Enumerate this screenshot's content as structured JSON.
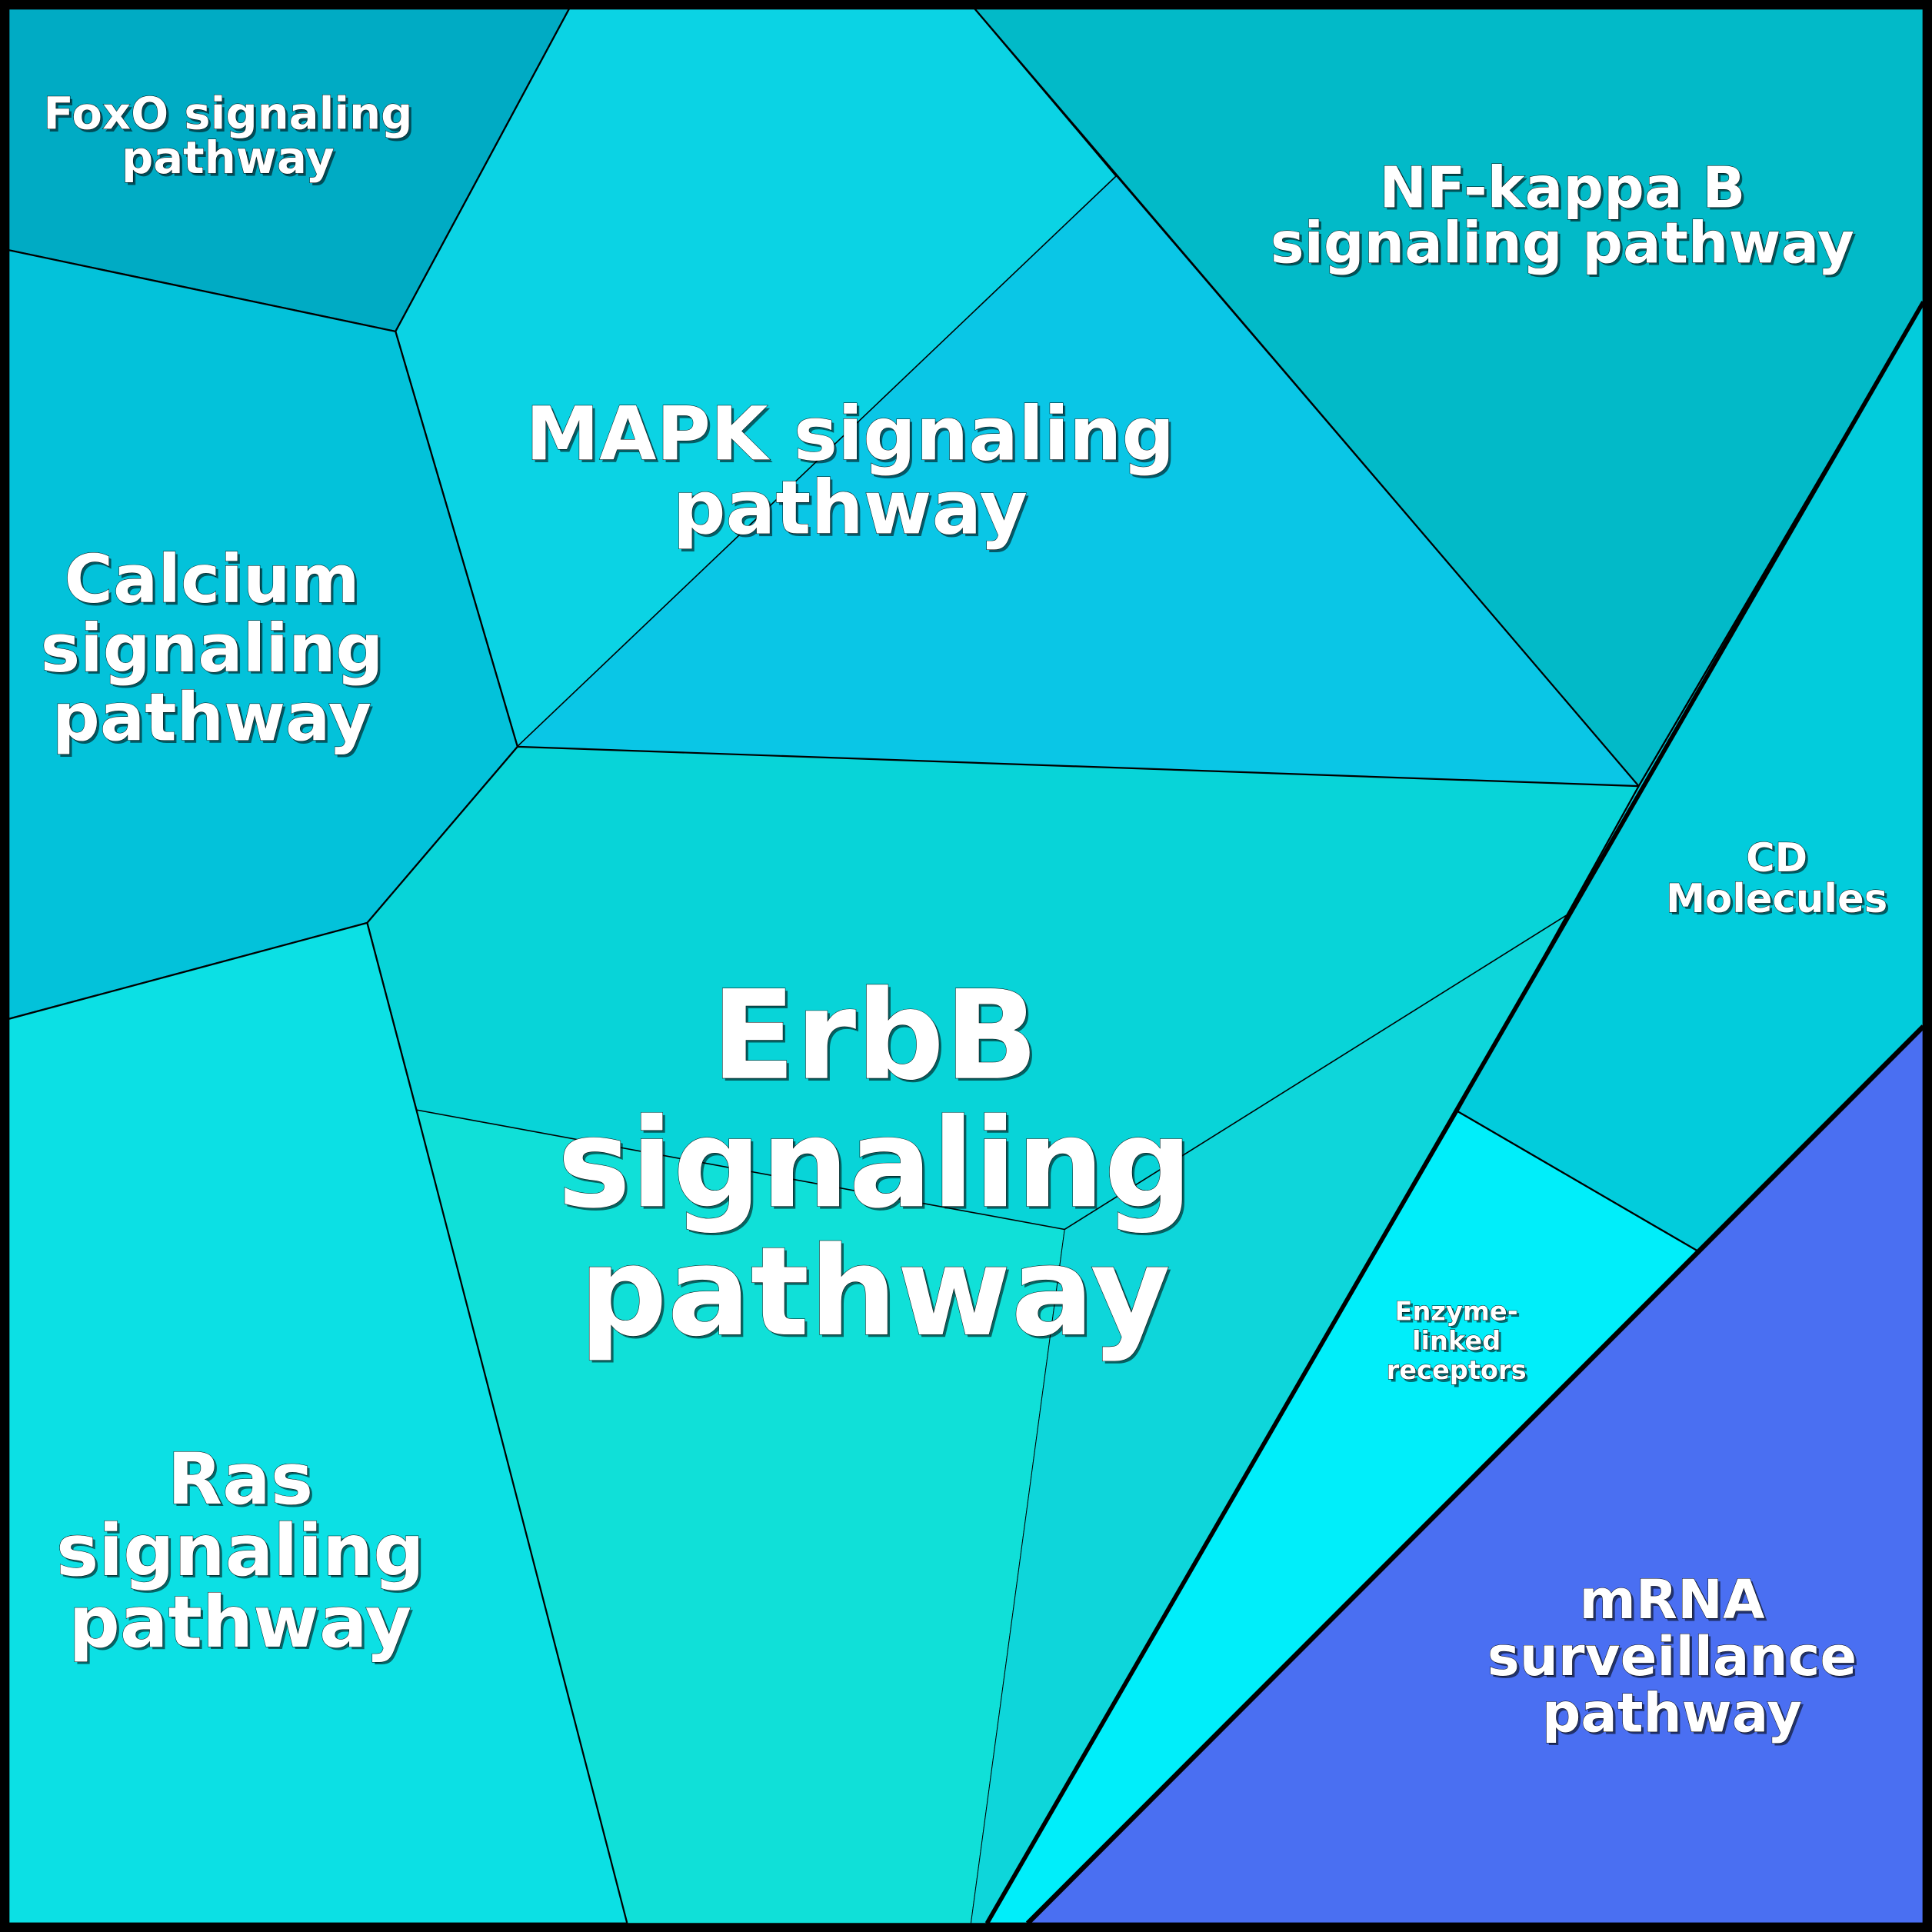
{
  "title": "KEGG pathway Voronoi treemap",
  "cells": [
    {
      "id": "foxo",
      "lines": [
        "FoxO signaling",
        "pathway"
      ],
      "color": "#00abc4"
    },
    {
      "id": "mapk",
      "lines": [
        "MAPK signaling",
        "pathway"
      ],
      "color": "#0bd3e4"
    },
    {
      "id": "mapk-sub",
      "lines": [],
      "color": "#0ac6e6"
    },
    {
      "id": "nfkb",
      "lines": [
        "NF-kappa B",
        "signaling pathway"
      ],
      "color": "#02bac8"
    },
    {
      "id": "calcium",
      "lines": [
        "Calcium",
        "signaling",
        "pathway"
      ],
      "color": "#03c2da"
    },
    {
      "id": "erbb",
      "lines": [
        "ErbB",
        "signaling",
        "pathway"
      ],
      "color": "#08d4d8"
    },
    {
      "id": "erbb-sub-center",
      "lines": [],
      "color": "#10e0d8"
    },
    {
      "id": "erbb-sub-right",
      "lines": [],
      "color": "#0ed6da"
    },
    {
      "id": "ras",
      "lines": [
        "Ras",
        "signaling",
        "pathway"
      ],
      "color": "#0ce0e4"
    },
    {
      "id": "cd",
      "lines": [
        "CD",
        "Molecules"
      ],
      "color": "#02ccdc"
    },
    {
      "id": "enzyme",
      "lines": [
        "Enzyme-",
        "linked",
        "receptors"
      ],
      "color": "#00eefa"
    },
    {
      "id": "mrna",
      "lines": [
        "mRNA",
        "surveillance",
        "pathway"
      ],
      "color": "#4a6ff2"
    }
  ]
}
